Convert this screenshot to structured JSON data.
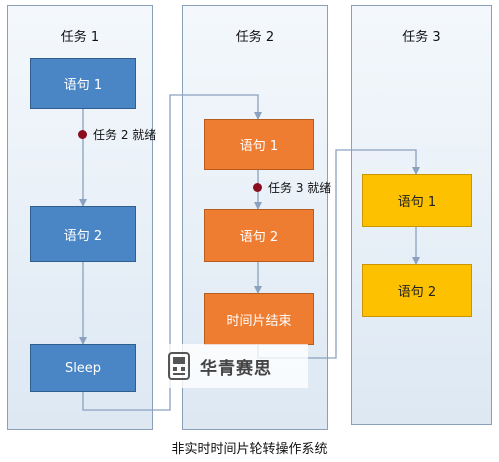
{
  "tasks": [
    {
      "title": "任务 1"
    },
    {
      "title": "任务 2"
    },
    {
      "title": "任务 3"
    }
  ],
  "task1": {
    "box1": "语句 1",
    "box2": "语句 2",
    "box3": "Sleep"
  },
  "task2": {
    "box1": "语句 1",
    "box2": "语句 2",
    "box3": "时间片结束"
  },
  "task3": {
    "box1": "语句 1",
    "box2": "语句 2"
  },
  "annotations": {
    "ready2": "任务 2 就绪",
    "ready3": "任务 3 就绪"
  },
  "watermark": {
    "text": "华青赛思"
  },
  "caption": "非实时时间片轮转操作系统",
  "colors": {
    "task1_box": "#4a86c5",
    "task2_box": "#ef7d31",
    "task3_box": "#fec100",
    "ready_dot": "#8b0e1e",
    "connector": "#8aa2bf"
  }
}
